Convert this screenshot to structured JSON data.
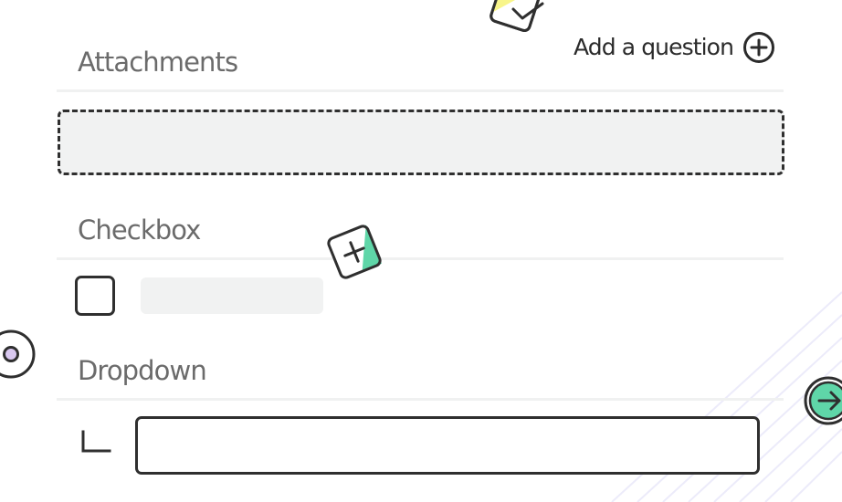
{
  "header": {
    "add_question_label": "Add a question"
  },
  "sections": [
    {
      "label": "Attachments"
    },
    {
      "label": "Checkbox"
    },
    {
      "label": "Dropdown"
    }
  ],
  "colors": {
    "accent_green": "#5fd6a8",
    "accent_yellow": "#f8f58a",
    "accent_lilac": "#d9c8f0",
    "stroke": "#2f2f2f",
    "placeholder_fill": "#f1f2f2",
    "label_gray": "#6b6b6b"
  },
  "icons": {
    "add_question": "plus-circle-icon",
    "floating_check": "check-badge-icon",
    "floating_plus": "plus-badge-icon",
    "floating_radio": "radio-icon",
    "floating_arrow": "arrow-right-icon",
    "dropdown_indicator": "corner-elbow-icon"
  }
}
